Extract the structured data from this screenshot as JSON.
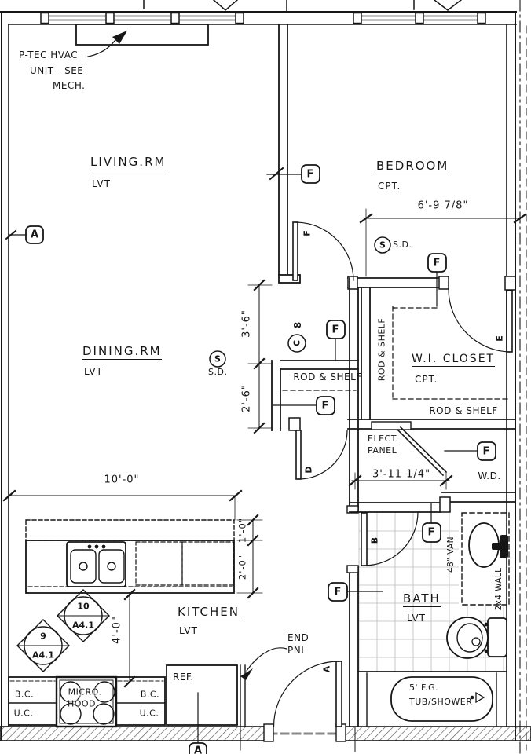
{
  "plan": {
    "notes": {
      "hvac1": "P-TEC HVAC",
      "hvac2": "UNIT - SEE",
      "hvac3": "MECH.",
      "end1": "END",
      "end2": "PNL",
      "elect1": "ELECT.",
      "elect2": "PANEL"
    },
    "rooms": {
      "living": {
        "name": "LIVING.RM",
        "finish": "LVT"
      },
      "bedroom": {
        "name": "BEDROOM",
        "finish": "CPT."
      },
      "dining": {
        "name": "DINING.RM",
        "finish": "LVT"
      },
      "closet": {
        "name": "W.I. CLOSET",
        "finish": "CPT."
      },
      "kitchen": {
        "name": "KITCHEN",
        "finish": "LVT"
      },
      "bath": {
        "name": "BATH",
        "finish": "LVT"
      }
    },
    "dims": {
      "bedroom": "6'-9 7/8\"",
      "c36": "3'-6\"",
      "c26": "2'-6\"",
      "k100": "10'-0\"",
      "d10": "1'-0\"",
      "d20": "2'-0\"",
      "d40": "4'-0\"",
      "hall": "3'-11 1/4\""
    },
    "labels": {
      "rod_shelf": "ROD & SHELF",
      "wd": "W.D.",
      "van": "48\" VAN",
      "wall24": "2x4 WALL",
      "ref": "REF.",
      "micro1": "MICRO.",
      "micro2": "HOOD",
      "bc": "B.C.",
      "uc": "U.C.",
      "tub1": "5' F.G.",
      "tub2": "TUB/SHOWER",
      "sd": "S.D."
    },
    "tags": {
      "f": "F",
      "a": "A",
      "s": "S",
      "b": "B",
      "d": "D",
      "e": "E",
      "c": "C",
      "n8": "8"
    },
    "markers": {
      "m10": {
        "num": "10",
        "sheet": "A4.1"
      },
      "m9": {
        "num": "9",
        "sheet": "A4.1"
      }
    }
  }
}
